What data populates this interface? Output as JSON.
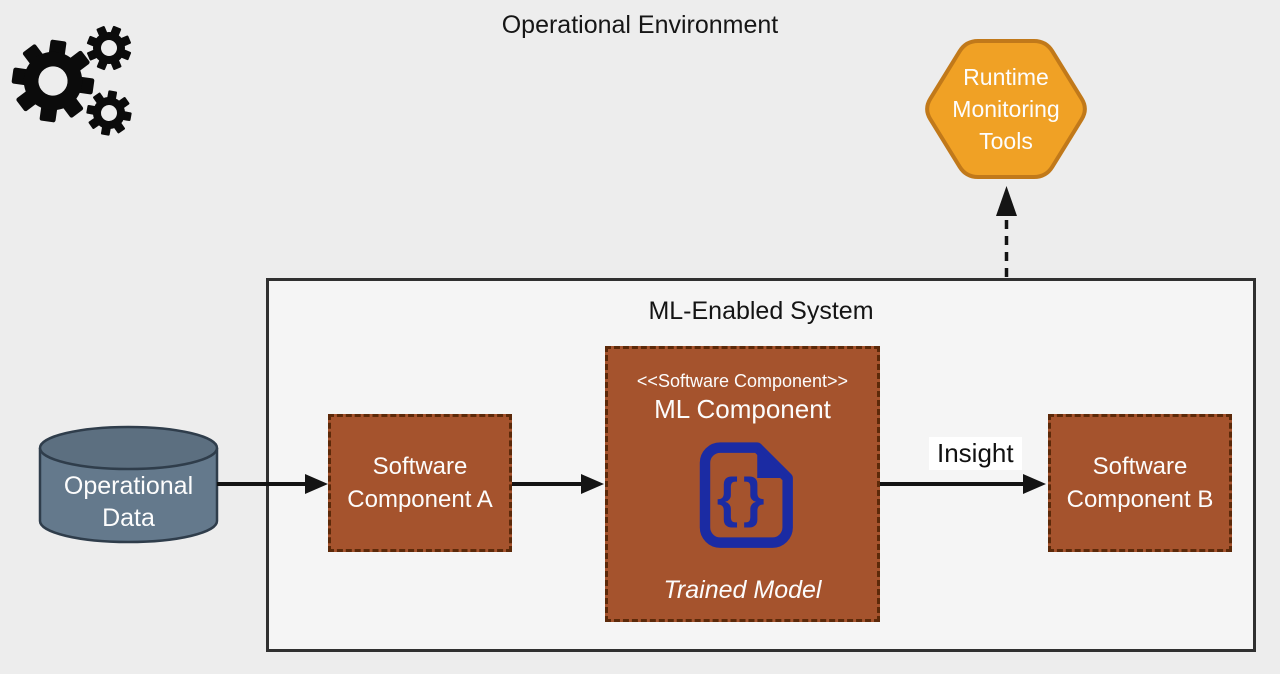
{
  "title": "Operational Environment",
  "monitoring": {
    "lines": [
      "Runtime",
      "Monitoring",
      "Tools"
    ]
  },
  "system": {
    "title": "ML-Enabled System"
  },
  "datastore": {
    "lines": [
      "Operational",
      "Data"
    ]
  },
  "component_a": {
    "lines": [
      "Software",
      "Component A"
    ]
  },
  "component_b": {
    "lines": [
      "Software",
      "Component B"
    ]
  },
  "ml_component": {
    "stereotype": "<<Software Component>>",
    "title": "ML Component",
    "code_glyph": "{}",
    "artifact_label": "Trained Model"
  },
  "edges": {
    "insight_label": "Insight"
  },
  "colors": {
    "background": "#EDEDED",
    "system_fill": "#F5F5F5",
    "system_border": "#303030",
    "component_fill": "#A5532D",
    "component_border": "#5C2909",
    "hexagon_fill": "#F0A125",
    "hexagon_border": "#C1791A",
    "cylinder_fill": "#64798C",
    "cylinder_top_fill": "#5C6F80",
    "cylinder_border": "#2F3D4B",
    "doc_icon_blue": "#1B2BA3",
    "edge_color": "#141414",
    "text_light": "#FDFDFD",
    "text_dark": "#161616"
  }
}
